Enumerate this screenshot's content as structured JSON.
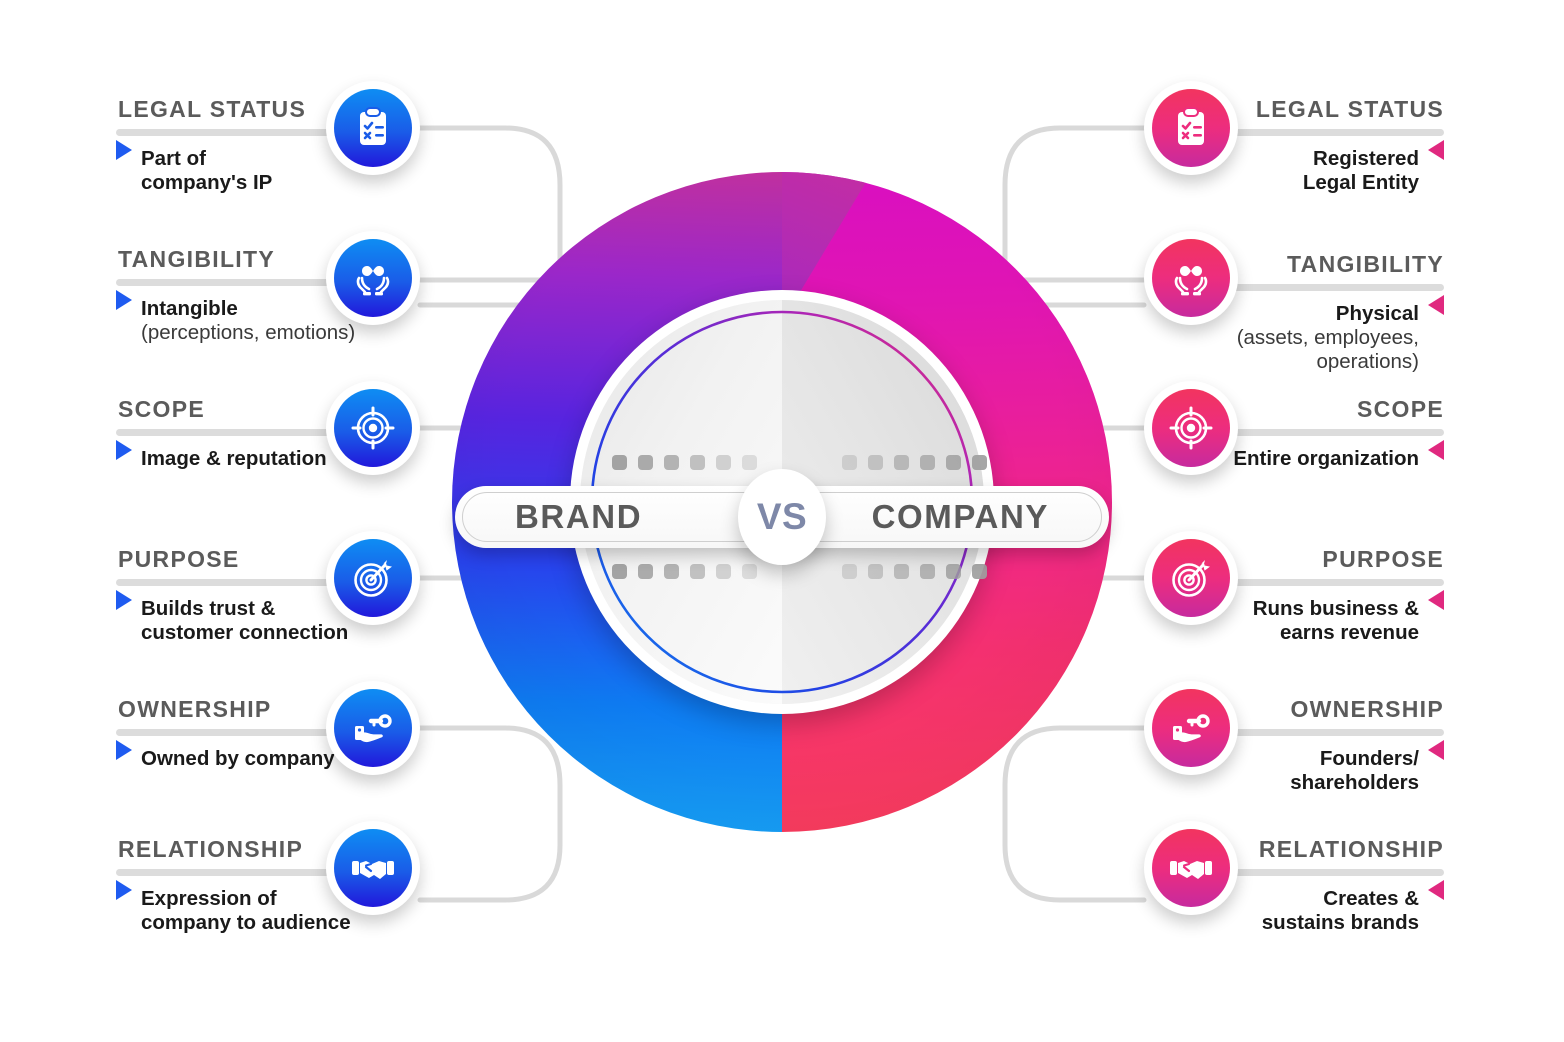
{
  "center": {
    "left_word": "BRAND",
    "vs_word": "VS",
    "right_word": "COMPANY",
    "colors": {
      "brand_blue": "#1a5ce8",
      "brand_blue_light": "#0e8df3",
      "company_pink": "#ed2d7e",
      "company_magenta": "#c72a9e",
      "rule_gray": "#dcdcdc",
      "headline_gray": "#5b5b5b",
      "body_black": "#1a1a1a"
    }
  },
  "brand_side": {
    "label": "BRAND",
    "accent": "#1f5bf0",
    "items": [
      {
        "title": "LEGAL STATUS",
        "desc_bold": "Part of",
        "desc_rest": "company's IP",
        "icon": "clipboard-checklist-icon"
      },
      {
        "title": "TANGIBILITY",
        "desc_bold": "Intangible",
        "desc_rest": "(perceptions, emotions)",
        "icon": "hands-infinity-icon"
      },
      {
        "title": "SCOPE",
        "desc_bold": "Image & reputation",
        "desc_rest": "",
        "icon": "crosshair-target-icon"
      },
      {
        "title": "PURPOSE",
        "desc_bold": "Builds trust &",
        "desc_rest": "customer connection",
        "icon": "dartboard-arrow-icon"
      },
      {
        "title": "OWNERSHIP",
        "desc_bold": "Owned by company",
        "desc_rest": "",
        "icon": "hand-key-icon"
      },
      {
        "title": "RELATIONSHIP",
        "desc_bold": "Expression of",
        "desc_rest": "company to audience",
        "icon": "handshake-icon"
      }
    ]
  },
  "company_side": {
    "label": "COMPANY",
    "accent": "#e0297f",
    "items": [
      {
        "title": "LEGAL STATUS",
        "desc_bold": "Registered",
        "desc_rest": "Legal Entity",
        "icon": "clipboard-checklist-icon"
      },
      {
        "title": "TANGIBILITY",
        "desc_bold": "Physical",
        "desc_rest": "(assets, employees, operations)",
        "icon": "hands-infinity-icon"
      },
      {
        "title": "SCOPE",
        "desc_bold": "Entire organization",
        "desc_rest": "",
        "icon": "crosshair-target-icon"
      },
      {
        "title": "PURPOSE",
        "desc_bold": "Runs business &",
        "desc_rest": "earns revenue",
        "icon": "dartboard-arrow-icon"
      },
      {
        "title": "OWNERSHIP",
        "desc_bold": "Founders/",
        "desc_rest": "shareholders",
        "icon": "hand-key-icon"
      },
      {
        "title": "RELATIONSHIP",
        "desc_bold": "Creates &",
        "desc_rest": "sustains brands",
        "icon": "handshake-icon"
      }
    ]
  }
}
